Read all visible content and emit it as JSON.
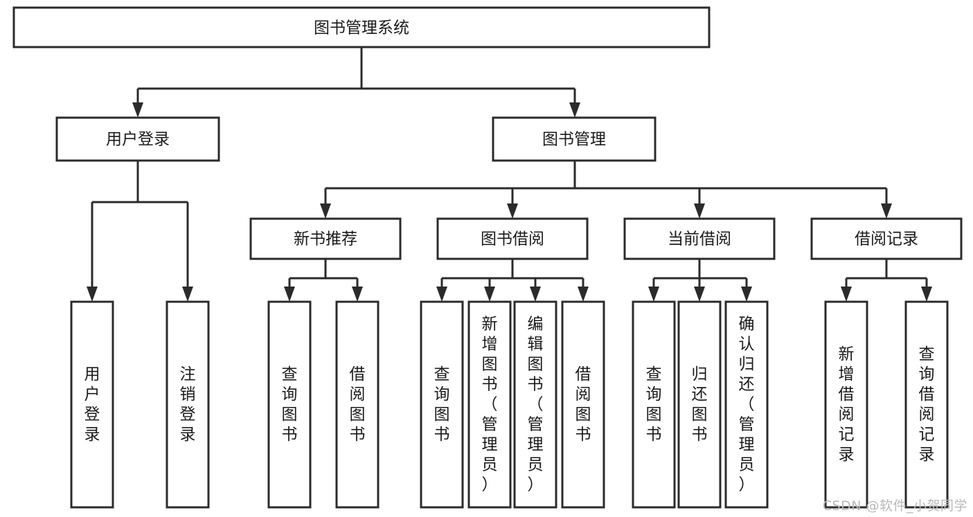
{
  "diagram": {
    "title_node": {
      "label": "图书管理系统"
    },
    "level1": [
      {
        "label": "用户登录"
      },
      {
        "label": "图书管理"
      }
    ],
    "level2": [
      {
        "label": "新书推荐"
      },
      {
        "label": "图书借阅"
      },
      {
        "label": "当前借阅"
      },
      {
        "label": "借阅记录"
      }
    ],
    "leaves": {
      "user_login": [
        {
          "label": "用户登录"
        },
        {
          "label": "注销登录"
        }
      ],
      "new_book_recommend": [
        {
          "label": "查询图书"
        },
        {
          "label": "借阅图书"
        }
      ],
      "book_borrow": [
        {
          "label": "查询图书"
        },
        {
          "label": "新增图书（管理员）"
        },
        {
          "label": "编辑图书（管理员）"
        },
        {
          "label": "借阅图书"
        }
      ],
      "current_borrow": [
        {
          "label": "查询图书"
        },
        {
          "label": "归还图书"
        },
        {
          "label": "确认归还（管理员）"
        }
      ],
      "borrow_record": [
        {
          "label": "新增借阅记录"
        },
        {
          "label": "查询借阅记录"
        }
      ]
    }
  },
  "watermark": {
    "text": "CSDN @软件_小贺同学"
  },
  "colors": {
    "box_border": "#2b2b2b",
    "box_fill": "#ffffff",
    "text": "#1a1a1a",
    "watermark": "#b9b9b9",
    "background": "#ffffff"
  }
}
